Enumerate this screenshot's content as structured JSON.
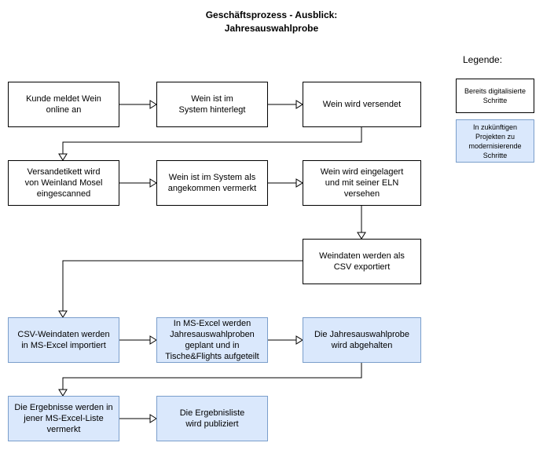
{
  "title": "Geschäftsprozess - Ausblick:\nJahresauswahlprobe",
  "legend": {
    "heading": "Legende:",
    "items": [
      {
        "label": "Bereits digitalisierte\nSchritte",
        "style": "white"
      },
      {
        "label": "In zukünftigen\nProjekten zu\nmodernisierende\nSchritte",
        "style": "blue"
      }
    ]
  },
  "colors": {
    "blue_fill": "#dae8fc",
    "blue_stroke": "#7a9ecb",
    "white_fill": "#ffffff",
    "stroke": "#000000"
  },
  "nodes": [
    {
      "id": "n1",
      "label": "Kunde meldet Wein\nonline an",
      "style": "white"
    },
    {
      "id": "n2",
      "label": "Wein ist im\nSystem hinterlegt",
      "style": "white"
    },
    {
      "id": "n3",
      "label": "Wein wird versendet",
      "style": "white"
    },
    {
      "id": "n4",
      "label": "Versandetikett wird\nvon Weinland Mosel\neingescanned",
      "style": "white"
    },
    {
      "id": "n5",
      "label": "Wein ist im System als\nangekommen vermerkt",
      "style": "white"
    },
    {
      "id": "n6",
      "label": "Wein wird eingelagert\nund mit seiner ELN\nversehen",
      "style": "white"
    },
    {
      "id": "n7",
      "label": "Weindaten werden als\nCSV exportiert",
      "style": "white"
    },
    {
      "id": "n8",
      "label": "CSV-Weindaten werden\nin MS-Excel importiert",
      "style": "blue"
    },
    {
      "id": "n9",
      "label": "In MS-Excel werden\nJahresauswahlproben\ngeplant und in\nTische&Flights aufgeteilt",
      "style": "blue"
    },
    {
      "id": "n10",
      "label": "Die Jahresauswahlprobe\nwird abgehalten",
      "style": "blue"
    },
    {
      "id": "n11",
      "label": "Die Ergebnisse werden in\njener MS-Excel-Liste\nvermerkt",
      "style": "blue"
    },
    {
      "id": "n12",
      "label": "Die Ergebnisliste\nwird publiziert",
      "style": "blue"
    }
  ]
}
